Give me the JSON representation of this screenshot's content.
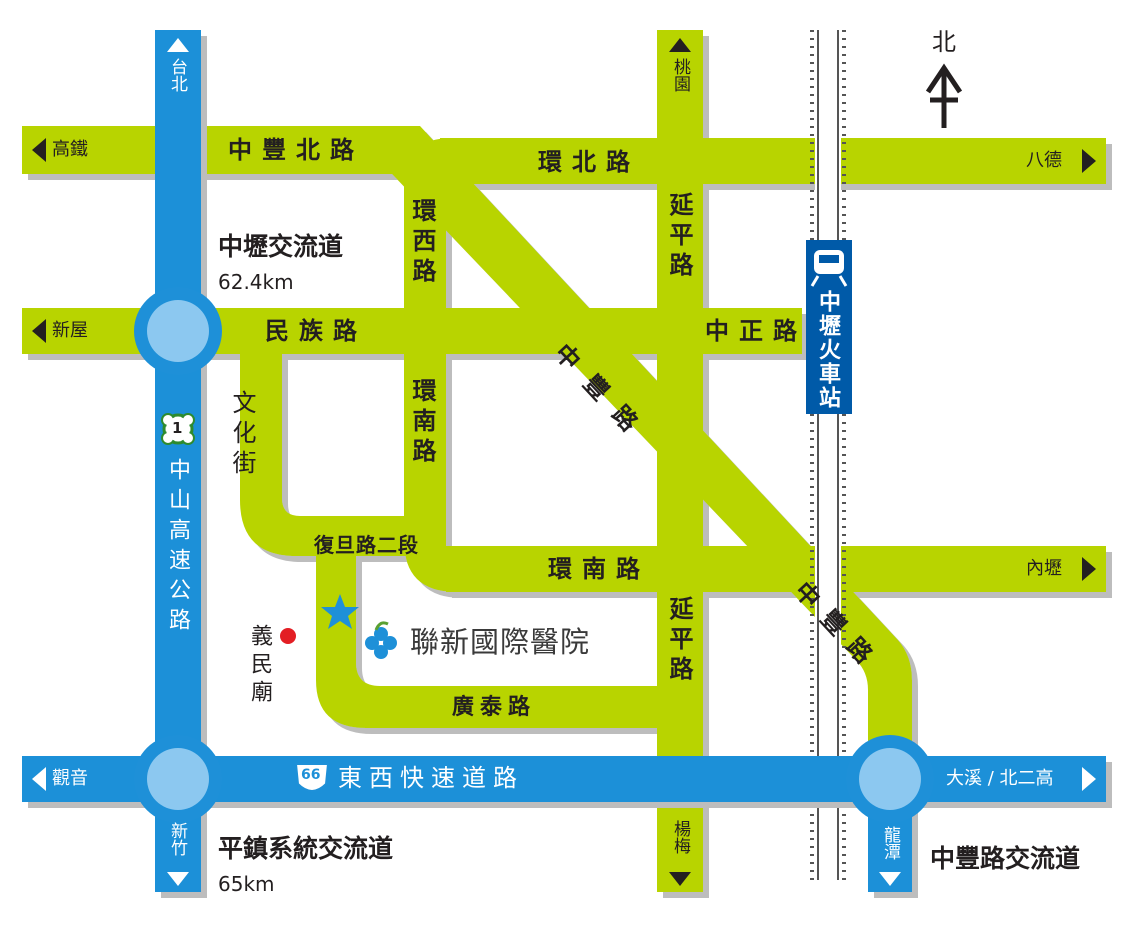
{
  "colors": {
    "road_green": "#b8d400",
    "highway_blue": "#1e90d8",
    "interchange_fill": "#8cc8f0",
    "station_blue": "#005aa8",
    "star": "#1e90d8",
    "temple_dot": "#e31e24"
  },
  "compass": {
    "label": "北",
    "icon": "north-arrow-icon"
  },
  "roads": {
    "zhongfeng_north": "中豐北路",
    "huan_bei": "環北路",
    "huan_xi": "環西路",
    "min_zu": "民族路",
    "zhong_zheng": "中正路",
    "yan_ping_upper": "延平路",
    "yan_ping_lower": "延平路",
    "wen_hua": "文化街",
    "huan_nan_v": "環南路",
    "huan_nan_h": "環南路",
    "fu_dan": "復旦路二段",
    "guang_tai": "廣泰路",
    "zhong_feng_upper": "中豐路",
    "zhong_feng_lower": "中豐路"
  },
  "highways": {
    "national_1": "中山高速公路",
    "national_1_shield": "1",
    "east_west": "東西快速道路",
    "east_west_shield": "66"
  },
  "directions": {
    "taipei": "台北",
    "hsinchu": "新竹",
    "taoyuan": "桃園",
    "yangmei": "楊梅",
    "longtan": "龍潭",
    "high_speed_rail": "高鐵",
    "xinwu": "新屋",
    "guanyin": "觀音",
    "bade": "八德",
    "neili": "內壢",
    "daxi": "大溪 / 北二高"
  },
  "interchanges": {
    "zhongli_name": "中壢交流道",
    "zhongli_km": "62.4km",
    "pingzhen_name": "平鎮系統交流道",
    "pingzhen_km": "65km",
    "zhongfeng_name": "中豐路交流道"
  },
  "station": {
    "name": "中壢火車站",
    "icon": "train-icon"
  },
  "landmarks": {
    "hospital": "聯新國際醫院",
    "hospital_icon": "clover-logo-icon",
    "temple": "義民廟"
  }
}
